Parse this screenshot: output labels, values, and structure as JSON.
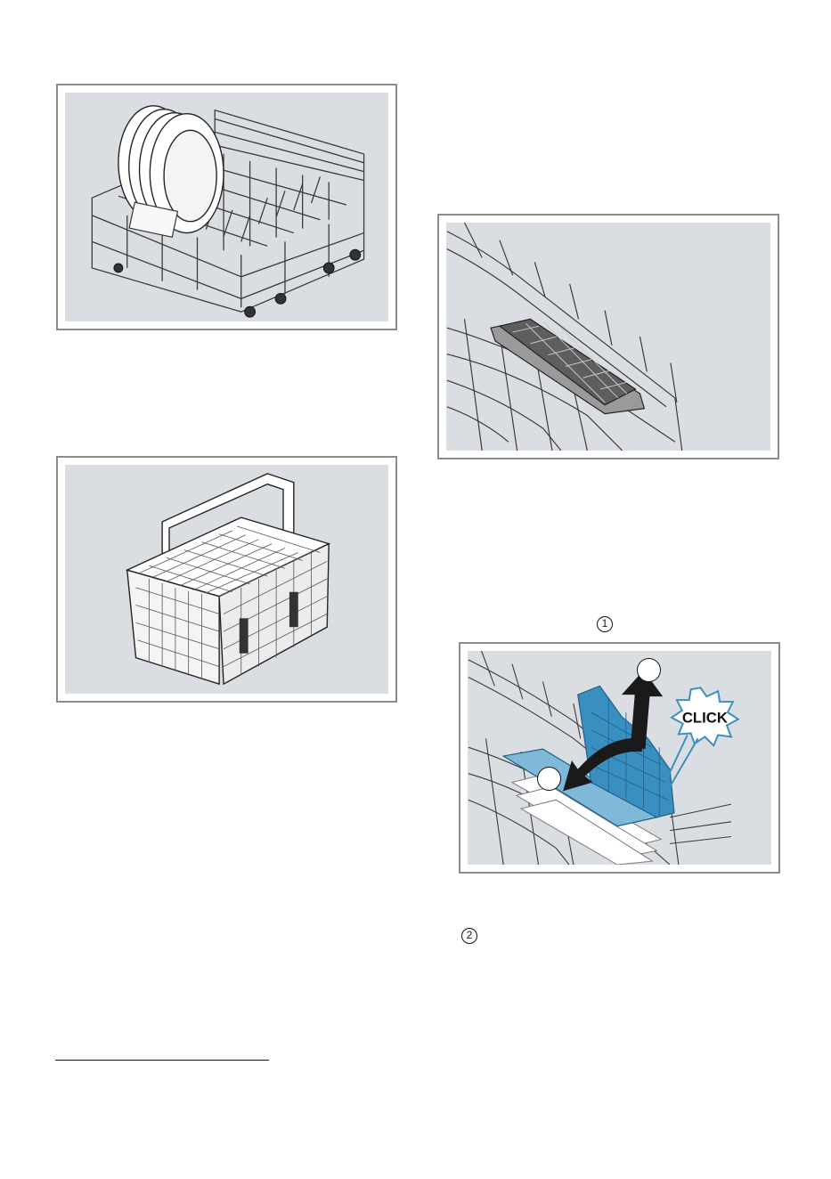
{
  "figures": {
    "upper_basket_plates": {},
    "cutlery_basket": {},
    "rack_folding_tines": {},
    "rack_tines_click": {
      "click_label": "CLICK"
    }
  },
  "step_markers": {
    "marker_1": "1",
    "marker_2": "2"
  },
  "colors": {
    "panel_background": "#dadde2",
    "frame_border": "#8c8c8c",
    "accent_blue": "#3a8fc1",
    "wire": "#3a3a3a"
  }
}
